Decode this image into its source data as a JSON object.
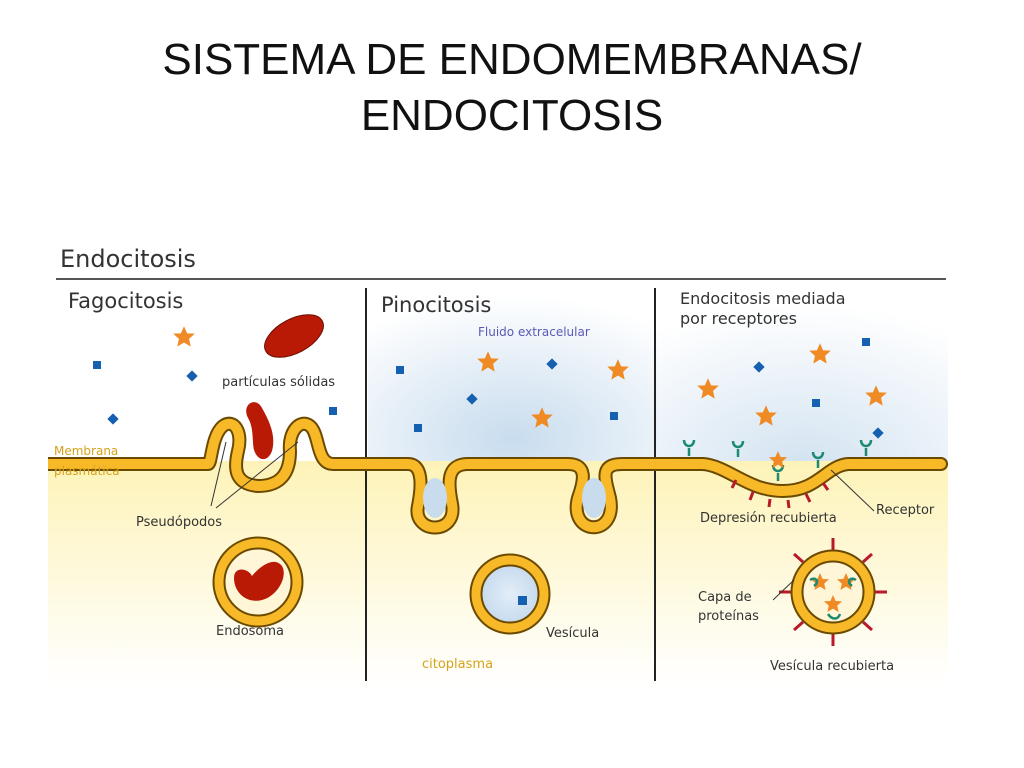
{
  "slide": {
    "title_line1": "SISTEMA DE ENDOMEMBRANAS/",
    "title_line2": "ENDOCITOSIS"
  },
  "diagram": {
    "heading": "Endocitosis",
    "panels": {
      "fagocitosis": {
        "title": "Fagocitosis",
        "label_particles": "partículas sólidas",
        "label_membrane_1": "Membrana",
        "label_membrane_2": "plasmática",
        "label_pseudopods": "Pseudópodos",
        "label_endosome": "Endosoma"
      },
      "pinocitosis": {
        "title": "Pinocitosis",
        "label_fluid": "Fluido extracelular",
        "label_vesicle": "Vesícula",
        "label_cytoplasm": "citoplasma"
      },
      "receptores": {
        "title_1": "Endocitosis mediada",
        "title_2": "por receptores",
        "label_receptor": "Receptor",
        "label_coated_pit": "Depresión recubierta",
        "label_protein_coat_1": "Capa de",
        "label_protein_coat_2": "proteínas",
        "label_coated_vesicle": "Vesícula recubierta"
      }
    },
    "colors": {
      "membrane": "#f7b928",
      "membrane_outline": "#6b4a00",
      "particle": "#b81a05",
      "star": "#f08a24",
      "molecule": "#1560b0",
      "receptor": "#1d8a72",
      "coat": "#b81a2a",
      "cytoplasm": "#fdf6c8",
      "fluid": "#d9e7f3"
    }
  }
}
